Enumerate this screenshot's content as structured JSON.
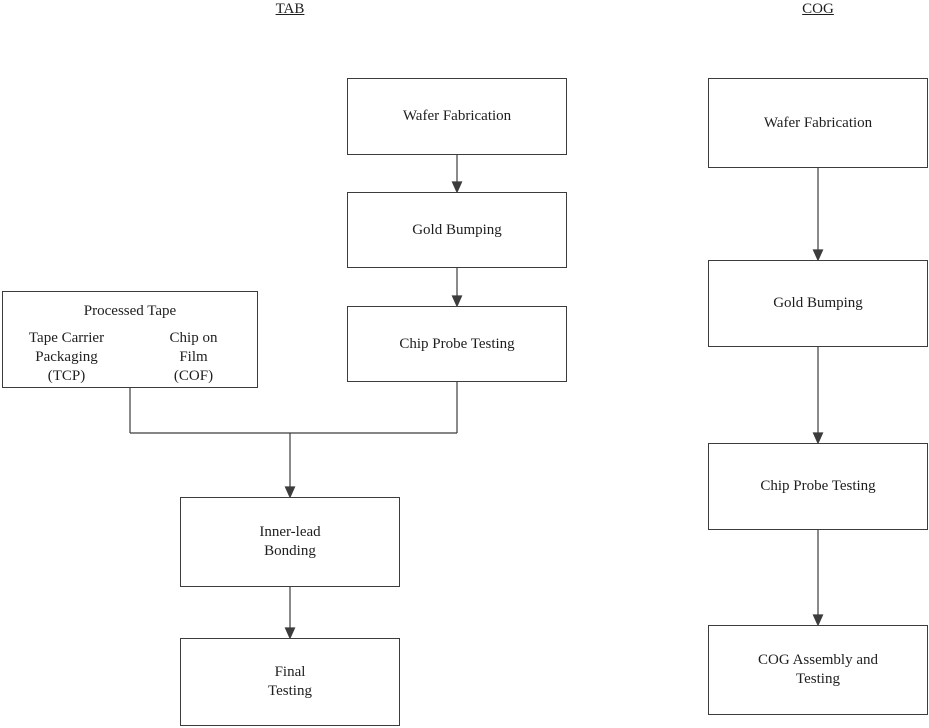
{
  "tab": {
    "title": "TAB",
    "wafer_fabrication": "Wafer Fabrication",
    "gold_bumping": "Gold Bumping",
    "chip_probe_testing": "Chip Probe Testing",
    "processed_tape": {
      "title": "Processed Tape",
      "tcp": "Tape Carrier\nPackaging\n(TCP)",
      "cof": "Chip on\nFilm\n(COF)"
    },
    "inner_lead_bonding": "Inner-lead\nBonding",
    "final_testing": "Final\nTesting"
  },
  "cog": {
    "title": "COG",
    "wafer_fabrication": "Wafer Fabrication",
    "gold_bumping": "Gold Bumping",
    "chip_probe_testing": "Chip Probe Testing",
    "assembly_and_testing": "COG Assembly and\nTesting"
  },
  "colors": {
    "background": "#ffffff",
    "line": "#3c3c3c",
    "text": "#1e1e1e"
  }
}
